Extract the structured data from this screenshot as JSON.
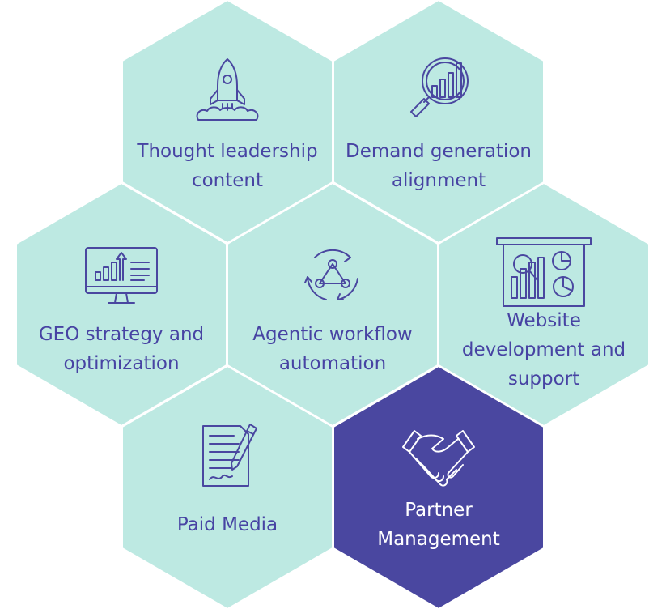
{
  "colors": {
    "hex_fill": "#bde9e2",
    "hex_fill_highlight": "#4a47a0",
    "text": "#4743a3",
    "text_highlight": "#ffffff",
    "icon_stroke": "#4a47a0",
    "icon_accent": "#7e63ac"
  },
  "hexagons": [
    {
      "id": "thought-leadership",
      "label_lines": [
        "Thought leadership",
        "content"
      ],
      "icon": "rocket-icon",
      "highlighted": false
    },
    {
      "id": "demand-generation",
      "label_lines": [
        "Demand generation",
        "alignment"
      ],
      "icon": "magnifier-chart-icon",
      "highlighted": false
    },
    {
      "id": "geo-strategy",
      "label_lines": [
        "GEO strategy and",
        "optimization"
      ],
      "icon": "monitor-chart-icon",
      "highlighted": false
    },
    {
      "id": "agentic-workflow",
      "label_lines": [
        "Agentic workflow",
        "automation"
      ],
      "icon": "cycle-icon",
      "highlighted": false
    },
    {
      "id": "website-development",
      "label_lines": [
        "Website",
        "development and",
        "support"
      ],
      "icon": "presentation-board-icon",
      "highlighted": false
    },
    {
      "id": "paid-media",
      "label_lines": [
        "Paid Media"
      ],
      "icon": "document-pen-icon",
      "highlighted": false
    },
    {
      "id": "partner-management",
      "label_lines": [
        "Partner",
        "Management"
      ],
      "icon": "handshake-icon",
      "highlighted": true
    }
  ]
}
